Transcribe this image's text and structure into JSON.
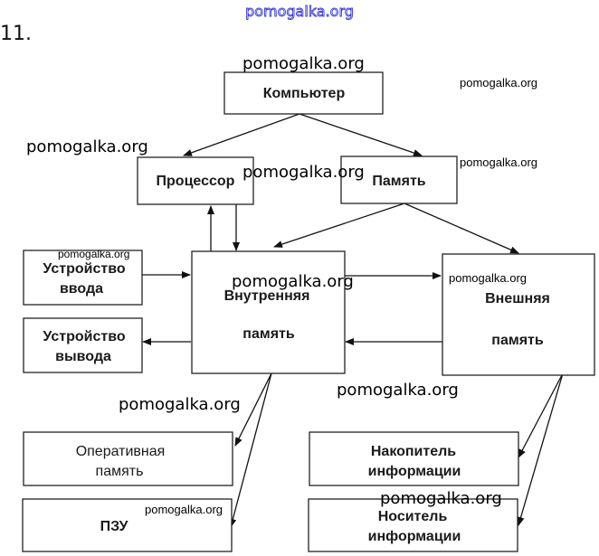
{
  "header": {
    "site_watermark": "pomogalka.org",
    "task_number": "11."
  },
  "nodes": {
    "computer": "Компьютер",
    "processor": "Процессор",
    "memory": "Память",
    "internal_memory": [
      "Внутренняя",
      "память"
    ],
    "external_memory": [
      "Внешняя",
      "память"
    ],
    "input_device": [
      "Устройство",
      "ввода"
    ],
    "output_device": [
      "Устройство",
      "вывода"
    ],
    "ram": [
      "Оперативная",
      "память"
    ],
    "rom": "ПЗУ",
    "storage": [
      "Накопитель",
      "информации"
    ],
    "medium": [
      "Носитель",
      "информации"
    ]
  },
  "watermarks": [
    "pomogalka.org",
    "pomogalka.org",
    "pomogalka.org",
    "pomogalka.org",
    "pomogalka.org",
    "pomogalka.org",
    "pomogalka.org",
    "pomogalka.org",
    "pomogalka.org",
    "pomogalka.org",
    "pomogalka.org",
    "pomogalka.org"
  ]
}
